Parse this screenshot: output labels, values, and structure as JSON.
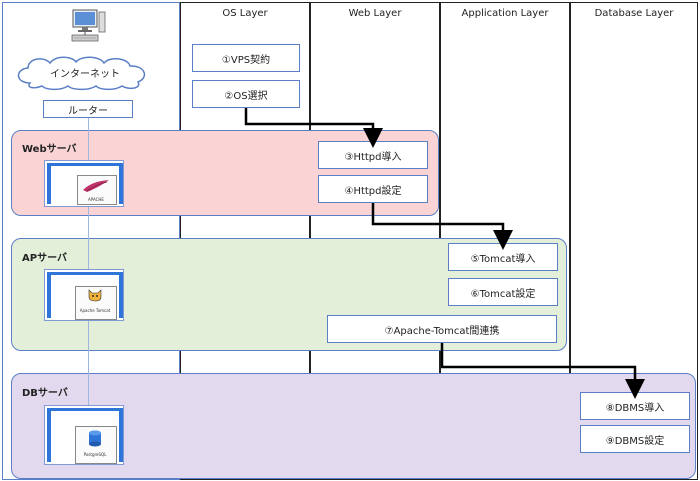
{
  "layers": [
    {
      "id": "physical",
      "title": ""
    },
    {
      "id": "os",
      "title": "OS Layer"
    },
    {
      "id": "web",
      "title": "Web Layer"
    },
    {
      "id": "application",
      "title": "Application Layer"
    },
    {
      "id": "database",
      "title": "Database Layer"
    }
  ],
  "network": {
    "internet_label": "インターネット",
    "router_label": "ルーター"
  },
  "bands": {
    "web": {
      "label": "Webサーバ",
      "color": "#fad4d4",
      "border": "#5b7fc7"
    },
    "ap": {
      "label": "APサーバ",
      "color": "#e3efd9",
      "border": "#5b7fc7"
    },
    "db": {
      "label": "DBサーバ",
      "color": "#e2d9ee",
      "border": "#5b7fc7"
    }
  },
  "server_logos": {
    "web": {
      "icon": "apache-feather-icon",
      "text": "APACHE"
    },
    "ap": {
      "icon": "tomcat-icon",
      "text": "Apache Tomcat"
    },
    "db": {
      "icon": "postgresql-icon",
      "text": "PostgreSQL"
    }
  },
  "steps": {
    "s1": "①VPS契約",
    "s2": "②OS選択",
    "s3": "③Httpd導入",
    "s4": "④Httpd設定",
    "s5": "⑤Tomcat導入",
    "s6": "⑥Tomcat設定",
    "s7": "⑦Apache-Tomcat間連携",
    "s8": "⑧DBMS導入",
    "s9": "⑨DBMS設定"
  },
  "colors": {
    "accent_blue": "#2f74d8",
    "box_border": "#5b7fc7",
    "arrow": "#000000"
  }
}
